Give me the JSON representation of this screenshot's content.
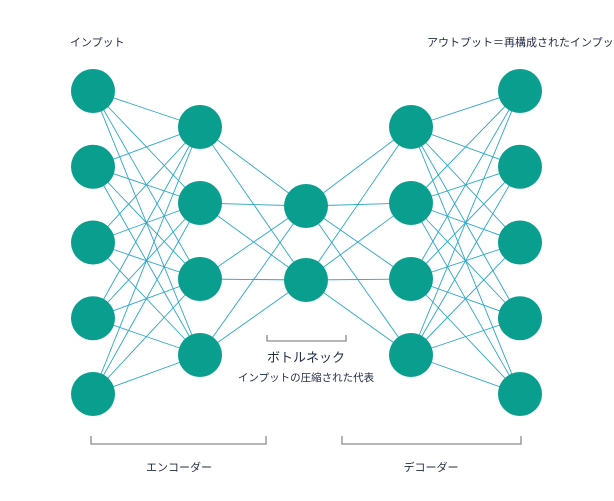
{
  "labels": {
    "input": "インプット",
    "output": "アウトプット＝再構成されたインプット",
    "bottleneck_title": "ボトルネック",
    "bottleneck_sub": "インプットの圧縮された代表",
    "encoder": "エンコーダー",
    "decoder": "デコーダー"
  },
  "network": {
    "layers": [
      5,
      4,
      2,
      4,
      5
    ]
  },
  "colors": {
    "node": "#0a9e8f",
    "edge": "#2aa6c9",
    "bracket": "#8a8a8a",
    "text": "#1f2a44"
  }
}
